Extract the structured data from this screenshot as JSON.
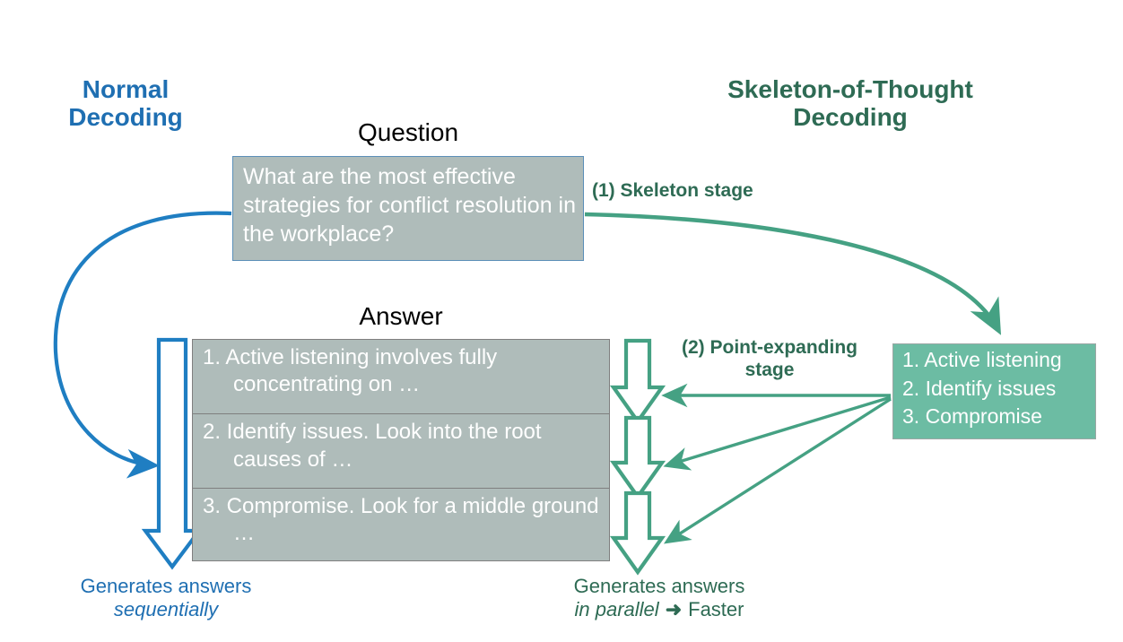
{
  "colors": {
    "normal_blue": "#1F6FB2",
    "sot_green": "#2E6B54",
    "accent_green": "#45A183",
    "skeleton_fill": "#6CBCA3",
    "box_fill": "#AFBCBA",
    "box_border_blue": "#5B8FB8",
    "box_border_gray": "#7F7F7F",
    "text_white": "#FFFFFF",
    "text_black": "#000000",
    "background": "#FFFFFF"
  },
  "left_column": {
    "title_line1": "Normal",
    "title_line2": "Decoding",
    "footer_line1": "Generates answers",
    "footer_line2": "sequentially"
  },
  "right_column": {
    "title_line1": "Skeleton-of-Thought",
    "title_line2": "Decoding",
    "footer_line1": "Generates answers",
    "footer_line2_italic": "in parallel",
    "footer_arrow": "➜",
    "footer_line2_tail": "Faster"
  },
  "question": {
    "label": "Question",
    "text": "What are the most effective strategies for conflict resolution in the workplace?"
  },
  "answer": {
    "label": "Answer",
    "rows": [
      "1. Active listening involves fully concentrating on …",
      "2. Identify issues. Look into the root causes of …",
      "3. Compromise. Look for a middle ground …"
    ]
  },
  "skeleton": {
    "items": [
      "1. Active listening",
      "2. Identify issues",
      "3. Compromise"
    ]
  },
  "stages": {
    "stage1_label": "(1) Skeleton stage",
    "stage2_label_line1": "(2) Point-expanding",
    "stage2_label_line2": "stage"
  }
}
